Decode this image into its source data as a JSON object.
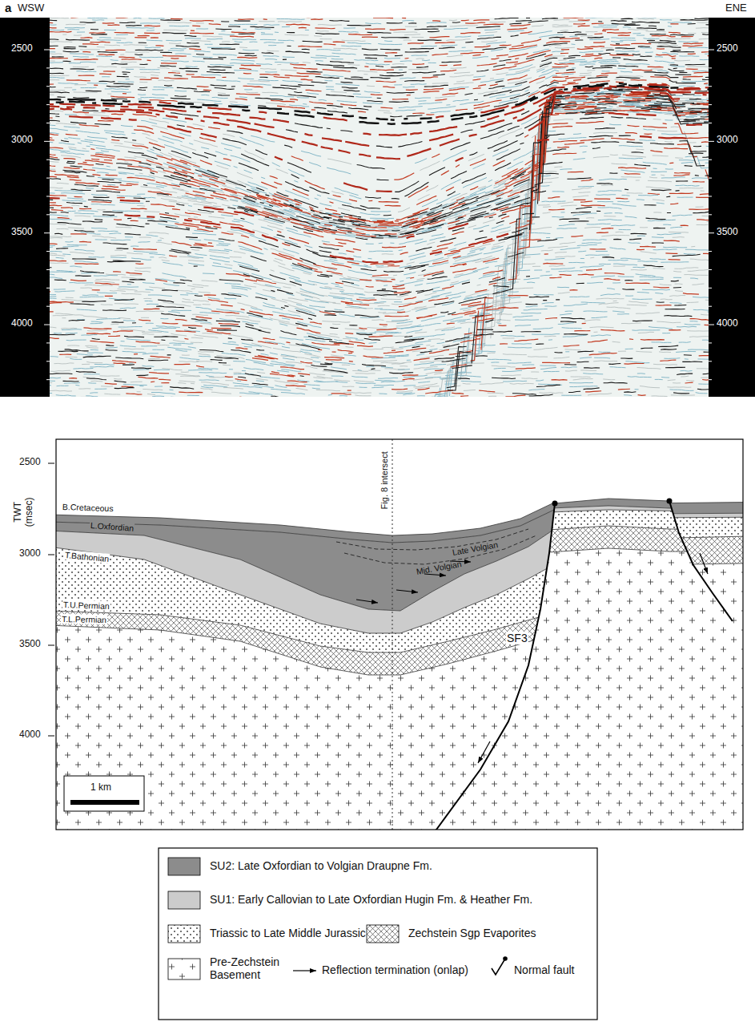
{
  "diagram": {
    "labels": [
      "a",
      "WSW",
      "ENE",
      "2500",
      "3000",
      "3500",
      "4000",
      "2500",
      "3000",
      "3500",
      "4000",
      "2500",
      "3000",
      "3500",
      "4000",
      "TWT (msec)",
      "B.Cretaceous",
      "L.Oxfordian",
      "T.Bathonian",
      "T.U.Permian",
      "T.L.Permian",
      "Fig. 8 intersect",
      "Late Volgian",
      "Mid. Volgian",
      "SF3",
      "1 km"
    ],
    "legend": [
      {
        "text": "SU2: Late Oxfordian to Volgian Draupne Fm.",
        "color": "#8c8c8c"
      },
      {
        "text": "SU1: Early Callovian to Late Oxfordian Hugin Fm. & Heather Fm.",
        "color": "#cccccc"
      },
      {
        "text": "Triassic to Late Middle Jurassic"
      },
      {
        "text": "Zechstein Sgp Evaporites"
      },
      {
        "text": "Pre-Zechstein Basement"
      },
      {
        "text": "Reflection termination (onlap)"
      },
      {
        "text": "Normal fault"
      }
    ]
  }
}
